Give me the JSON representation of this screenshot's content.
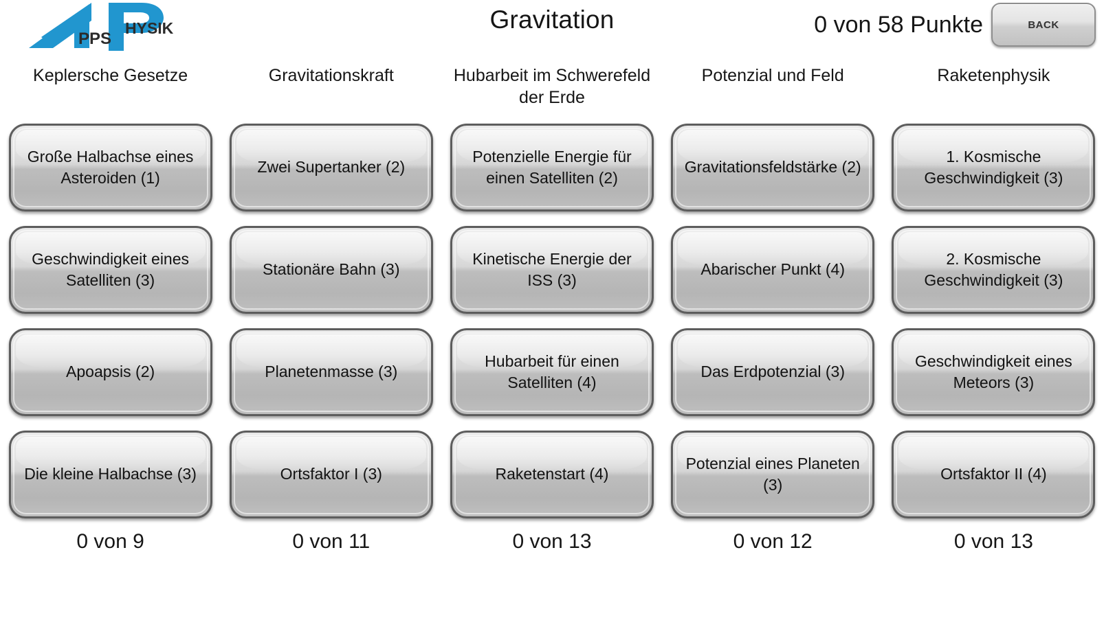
{
  "header": {
    "logo": {
      "name": "apps-physik-logo",
      "text_apps": "PPS",
      "text_physik": "HYSIK",
      "color": "#2196cf"
    },
    "title": "Gravitation",
    "score": "0 von 58 Punkte",
    "back_label": "BACK"
  },
  "columns": [
    {
      "header": "Keplersche Gesetze",
      "footer": "0 von 9",
      "topics": [
        "Große Halbachse eines Asteroiden (1)",
        "Geschwindigkeit eines Satelliten (3)",
        "Apoapsis (2)",
        "Die kleine Halbachse (3)"
      ]
    },
    {
      "header": "Gravitationskraft",
      "footer": "0 von 11",
      "topics": [
        "Zwei Supertanker (2)",
        "Stationäre Bahn (3)",
        "Planetenmasse (3)",
        "Ortsfaktor I (3)"
      ]
    },
    {
      "header": "Hubarbeit im Schwerefeld der Erde",
      "footer": "0 von 13",
      "topics": [
        "Potenzielle Energie für einen Satelliten (2)",
        "Kinetische Energie der ISS (3)",
        "Hubarbeit für einen Satelliten (4)",
        "Raketenstart (4)"
      ]
    },
    {
      "header": "Potenzial und Feld",
      "footer": "0 von 12",
      "topics": [
        "Gravitationsfeldstärke (2)",
        "Abarischer Punkt (4)",
        "Das Erdpotenzial (3)",
        "Potenzial eines Planeten (3)"
      ]
    },
    {
      "header": "Raketenphysik",
      "footer": "0 von 13",
      "topics": [
        "1. Kosmische Geschwindigkeit (3)",
        "2. Kosmische Geschwindigkeit (3)",
        "Geschwindigkeit eines Meteors (3)",
        "Ortsfaktor II (4)"
      ]
    }
  ]
}
